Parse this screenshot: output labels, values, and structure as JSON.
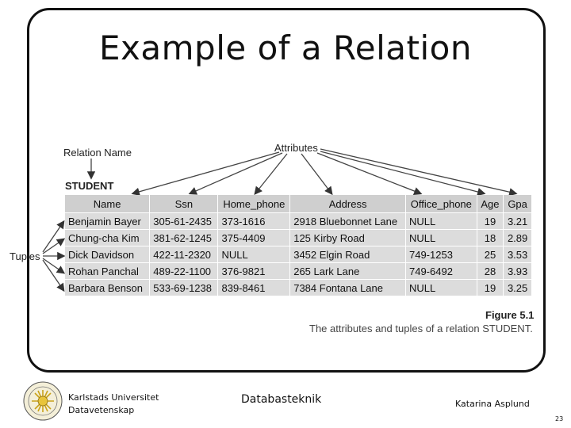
{
  "slide": {
    "title": "Example of a Relation",
    "page_number": "23"
  },
  "figure": {
    "relation_name_label": "Relation Name",
    "attributes_label": "Attributes",
    "tuples_label": "Tuples",
    "relation_title": "STUDENT",
    "columns": [
      "Name",
      "Ssn",
      "Home_phone",
      "Address",
      "Office_phone",
      "Age",
      "Gpa"
    ],
    "rows": [
      [
        "Benjamin Bayer",
        "305-61-2435",
        "373-1616",
        "2918 Bluebonnet Lane",
        "NULL",
        "19",
        "3.21"
      ],
      [
        "Chung-cha Kim",
        "381-62-1245",
        "375-4409",
        "125 Kirby Road",
        "NULL",
        "18",
        "2.89"
      ],
      [
        "Dick Davidson",
        "422-11-2320",
        "NULL",
        "3452 Elgin Road",
        "749-1253",
        "25",
        "3.53"
      ],
      [
        "Rohan Panchal",
        "489-22-1100",
        "376-9821",
        "265 Lark Lane",
        "749-6492",
        "28",
        "3.93"
      ],
      [
        "Barbara Benson",
        "533-69-1238",
        "839-8461",
        "7384 Fontana Lane",
        "NULL",
        "19",
        "3.25"
      ]
    ],
    "figure_label": "Figure 5.1",
    "caption": "The attributes and tuples of a relation STUDENT."
  },
  "footer": {
    "university": "Karlstads Universitet",
    "department": "Datavetenskap",
    "course": "Databasteknik",
    "author": "Katarina Asplund"
  }
}
